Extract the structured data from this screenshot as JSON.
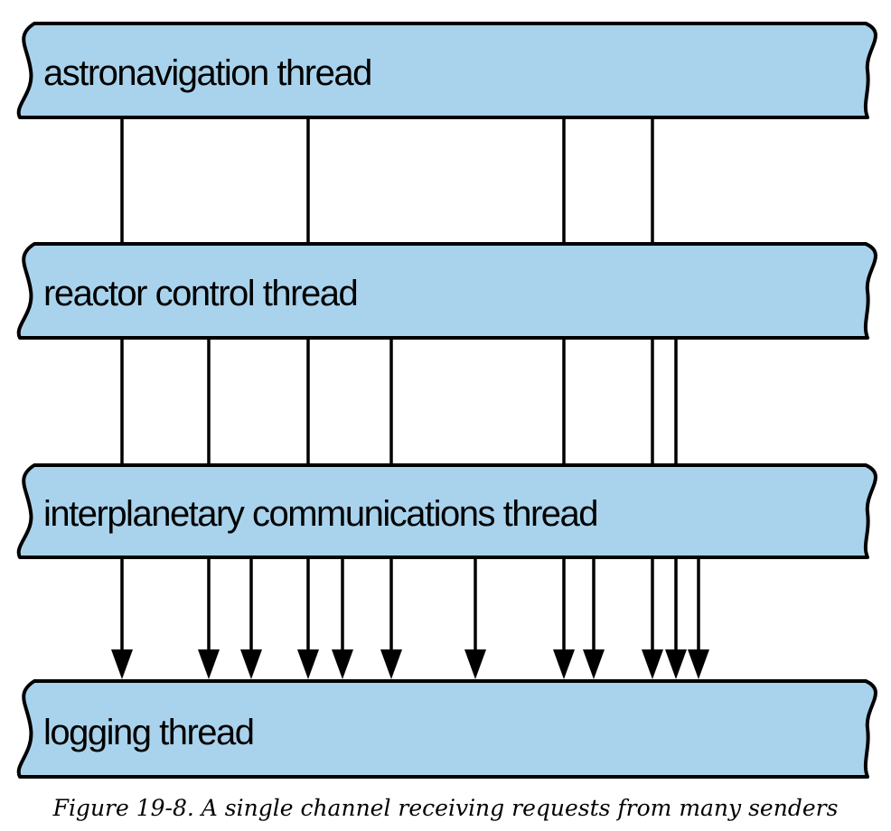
{
  "threads": [
    {
      "id": "astronavigation",
      "label": "astronavigation thread"
    },
    {
      "id": "reactor-control",
      "label": "reactor control thread"
    },
    {
      "id": "interplanetary-communications",
      "label": "interplanetary communications thread"
    },
    {
      "id": "logging",
      "label": "logging thread"
    }
  ],
  "caption": "Figure 19-8. A single channel receiving requests from many senders"
}
